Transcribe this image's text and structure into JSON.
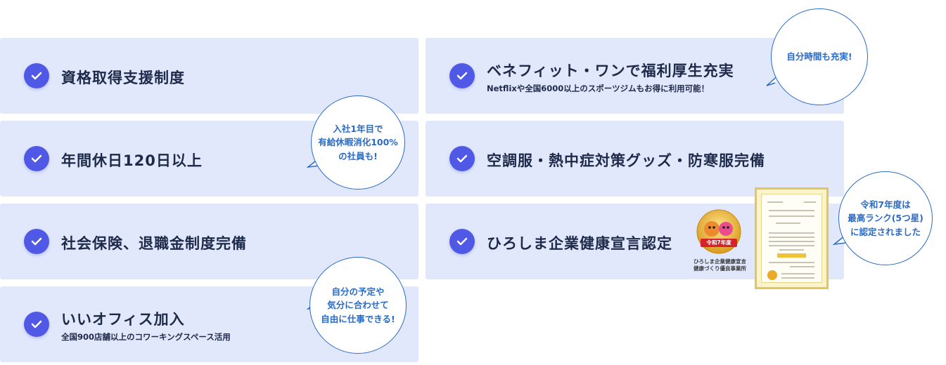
{
  "left_items": [
    {
      "title": "資格取得支援制度",
      "subtitle": ""
    },
    {
      "title": "年間休日120日以上",
      "subtitle": ""
    },
    {
      "title": "社会保険、退職金制度完備",
      "subtitle": ""
    },
    {
      "title": "いいオフィス加入",
      "subtitle": "全国900店舗以上のコワーキングスペース活用"
    }
  ],
  "right_items": [
    {
      "title": "ベネフィット・ワンで福利厚生充実",
      "subtitle": "Netflixや全国6000以上のスポーツジムもお得に利用可能！"
    },
    {
      "title": "空調服・熱中症対策グッズ・防寒服完備",
      "subtitle": ""
    },
    {
      "title": "ひろしま企業健康宣言認定",
      "subtitle": ""
    }
  ],
  "bubbles": {
    "holidays": [
      "入社1年目で",
      "有給休暇消化100%",
      "の社員も!"
    ],
    "office": [
      "自分の予定や",
      "気分に合わせて",
      "自由に仕事できる!"
    ],
    "benefit": [
      "自分時間も充実!"
    ],
    "certification": [
      "令和7年度は",
      "最高ランク(5つ星)",
      "に認定されました"
    ]
  },
  "badge": {
    "ribbon": "令和7年度",
    "caption_line1": "ひろしま企業健康宣言",
    "caption_line2": "健康づくり優良事業所"
  },
  "colors": {
    "card_bg": "#e1e8fc",
    "check": "#4f59e6",
    "bubble_accent": "#2a6bc7",
    "text": "#1e2a4a"
  },
  "icons": [
    "check-circle-icon",
    "health-badge-icon",
    "certificate-icon"
  ]
}
